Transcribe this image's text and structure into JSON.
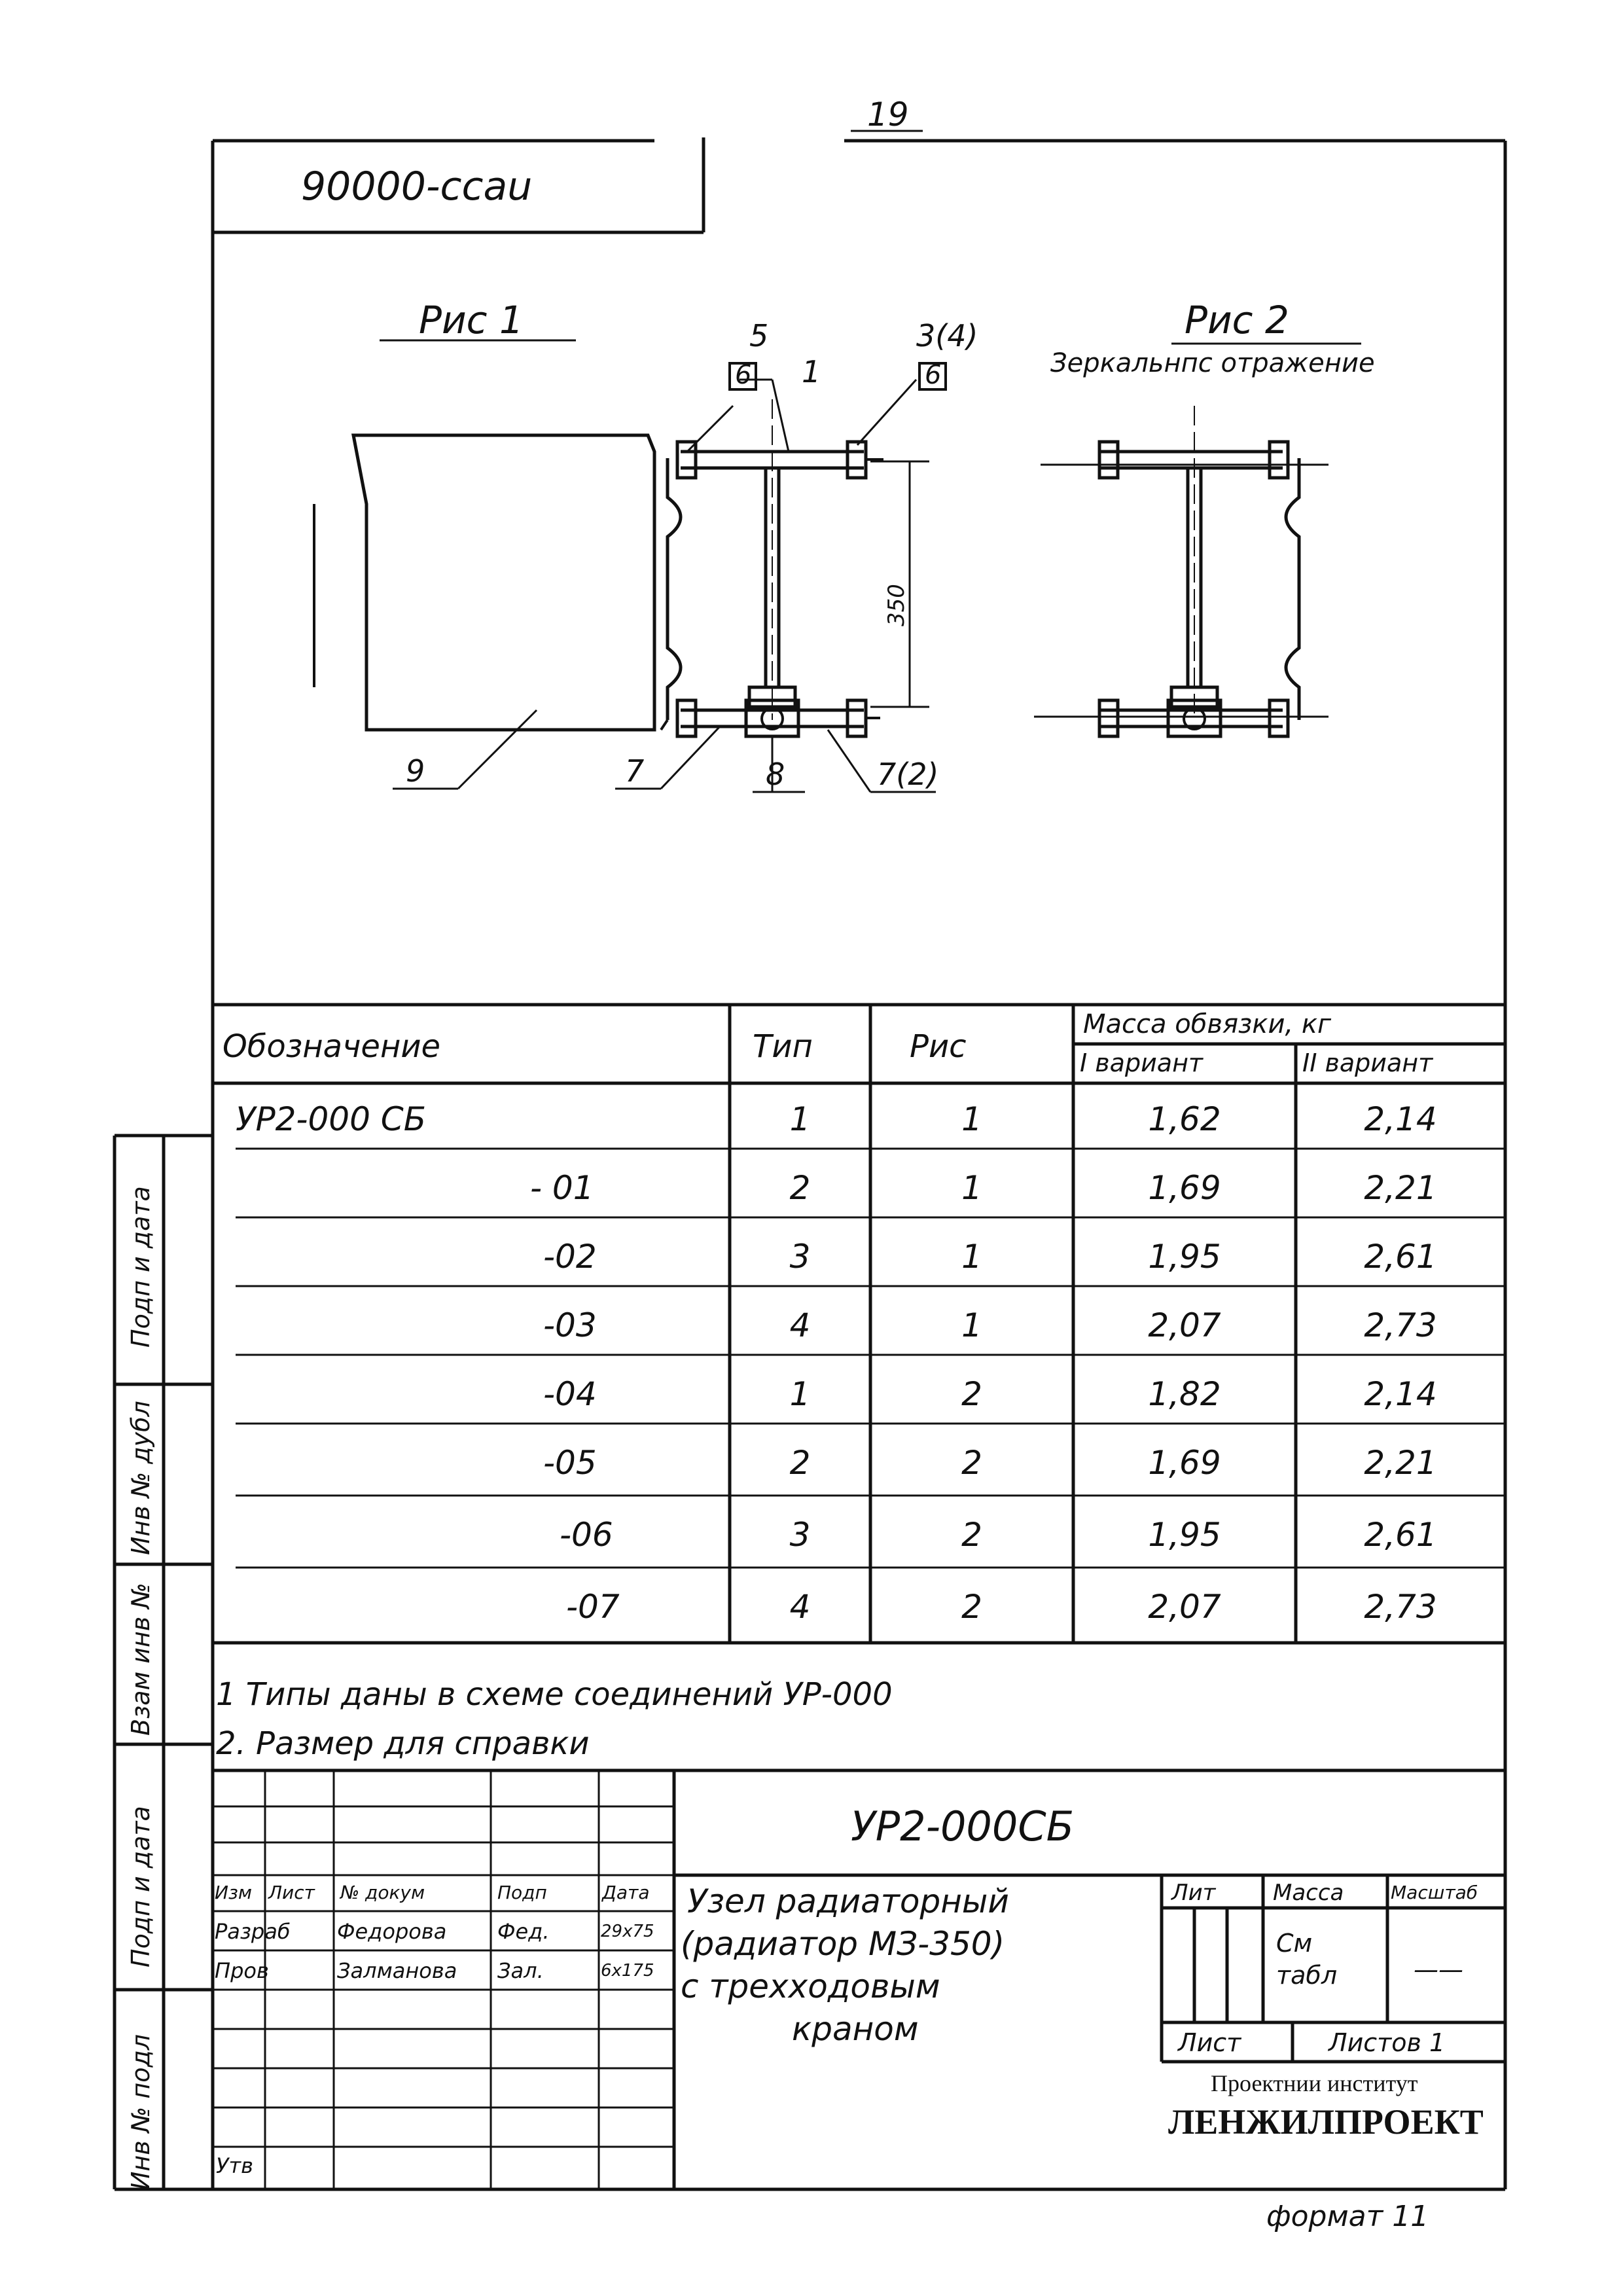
{
  "page_number": "19",
  "top_stamp": "90000-ccau",
  "fig1": {
    "title": "Рис 1",
    "callouts": {
      "c5": "5",
      "c6a": "6",
      "c1": "1",
      "c34": "3(4)",
      "c6b": "6",
      "c9": "9",
      "c7": "7",
      "c8": "8",
      "c72": "7(2)"
    },
    "dimension": "350"
  },
  "fig2": {
    "title": "Рис 2",
    "subtitle": "Зеркальнпс отражение"
  },
  "spec_table": {
    "header": {
      "designation": "Обозначение",
      "type": "Тип",
      "fig": "Рис",
      "mass": "Масса обвязки, кг",
      "variant1": "I вариант",
      "variant2": "II вариант"
    },
    "rows": [
      {
        "designation": "УР2-000 СБ",
        "type": "1",
        "fig": "1",
        "v1": "1,62",
        "v2": "2,14"
      },
      {
        "designation": "- 01",
        "type": "2",
        "fig": "1",
        "v1": "1,69",
        "v2": "2,21"
      },
      {
        "designation": "-02",
        "type": "3",
        "fig": "1",
        "v1": "1,95",
        "v2": "2,61"
      },
      {
        "designation": "-03",
        "type": "4",
        "fig": "1",
        "v1": "2,07",
        "v2": "2,73"
      },
      {
        "designation": "-04",
        "type": "1",
        "fig": "2",
        "v1": "1,82",
        "v2": "2,14"
      },
      {
        "designation": "-05",
        "type": "2",
        "fig": "2",
        "v1": "1,69",
        "v2": "2,21"
      },
      {
        "designation": "-06",
        "type": "3",
        "fig": "2",
        "v1": "1,95",
        "v2": "2,61"
      },
      {
        "designation": "-07",
        "type": "4",
        "fig": "2",
        "v1": "2,07",
        "v2": "2,73"
      }
    ]
  },
  "notes": [
    "1 Типы даны в схеме соединений УР-000",
    "2. Размер для справки"
  ],
  "title_block": {
    "doc_code": "УР2-000СБ",
    "title_lines": [
      "Узел радиаторный",
      "(радиатор МЗ-350)",
      "с трехходовым",
      "краном"
    ],
    "lit": "Лит",
    "mass": "Масса",
    "scale": "Масштаб",
    "mass_value": "См табл",
    "scale_value": "——",
    "sheet": "Лист",
    "sheets": "Листов 1",
    "org_line1": "Проектнии институт",
    "org_line2": "ЛЕНЖИЛПРОЕКТ",
    "columns": [
      "Изм",
      "Лист",
      "№ докум",
      "Подп",
      "Дата"
    ],
    "rows": [
      {
        "role": "Разраб",
        "name": "Федорова",
        "sign": "Фед.",
        "date": "29x75"
      },
      {
        "role": "Пров",
        "name": "Залманова",
        "sign": "Зал.",
        "date": "6x175"
      }
    ],
    "approved": "Утв"
  },
  "side_labels": [
    "Подп и дата",
    "Инв № дубл",
    "Взам инв №",
    "Подп и дата",
    "Инв № подл"
  ],
  "format": "формат 11"
}
